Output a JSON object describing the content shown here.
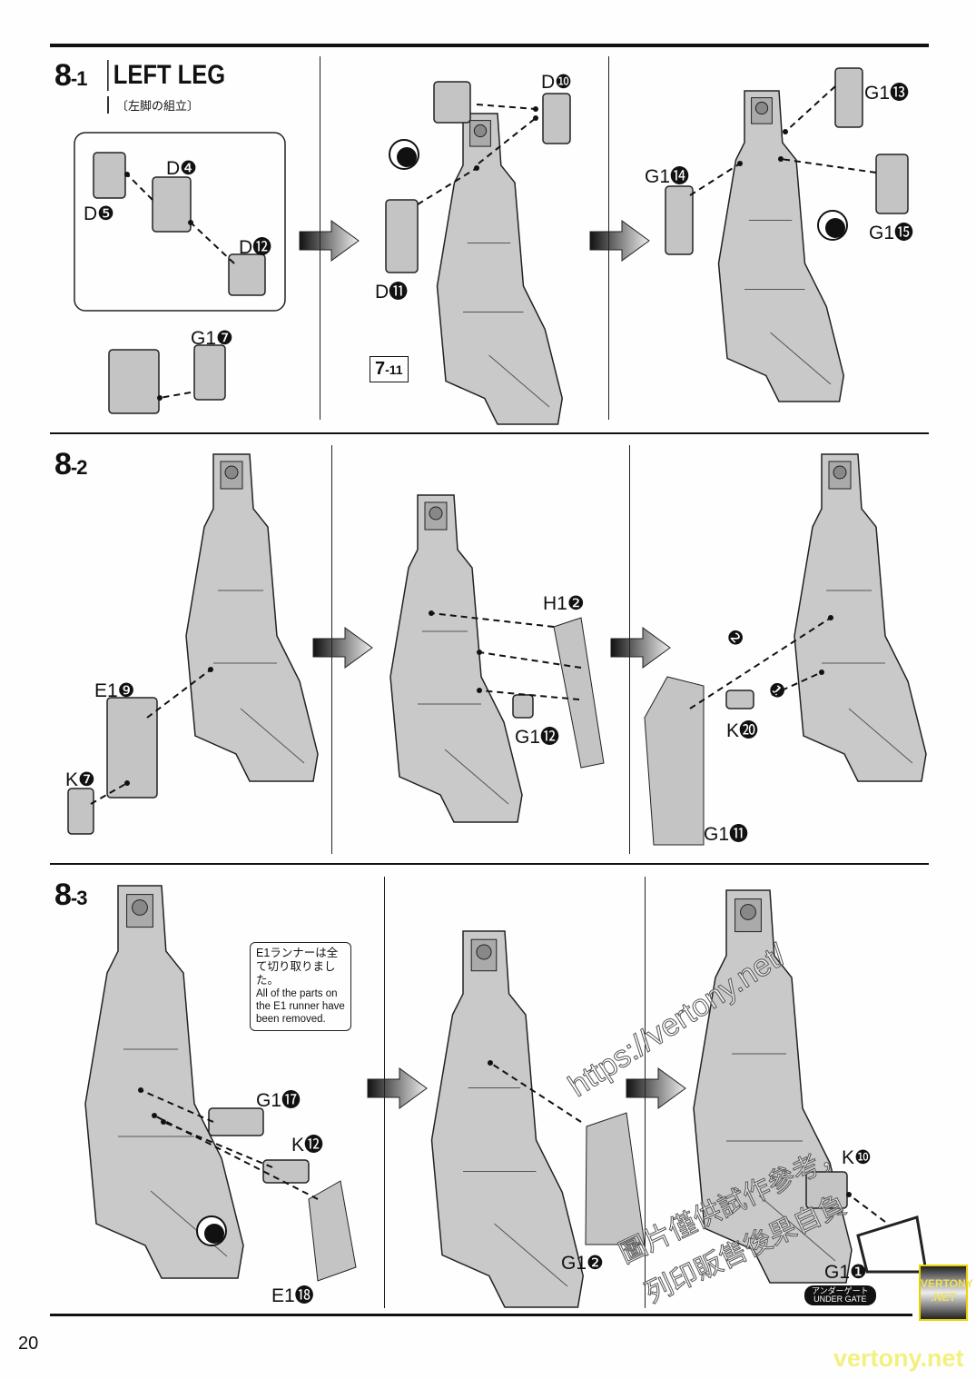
{
  "page_number": "20",
  "steps": [
    {
      "id": "8",
      "sub": "-1",
      "title": "LEFT LEG",
      "subtitle": "〔左脚の組立〕"
    },
    {
      "id": "8",
      "sub": "-2"
    },
    {
      "id": "8",
      "sub": "-3"
    }
  ],
  "parts": {
    "d4": "D❹",
    "d5": "D❺",
    "d12": "D⓬",
    "g1_7": "G1❼",
    "d10": "D❿",
    "d11": "D⓫",
    "g1_13": "G1⓭",
    "g1_14": "G1⓮",
    "g1_15": "G1⓯",
    "e1_9": "E1❾",
    "k7": "K❼",
    "h1_2": "H1❷",
    "g1_12": "G1⓬",
    "k20": "K⓴",
    "g1_11": "G1⓫",
    "order2": "❷",
    "order1": "❶",
    "g1_17": "G1⓱",
    "k12": "K⓬",
    "e1_18": "E1⓲",
    "g1_2": "G1❷",
    "k10": "K❿",
    "g1_1": "G1❶"
  },
  "ref_box": {
    "main": "7",
    "sub": "-11"
  },
  "runner_note": {
    "jp": "E1ランナーは全て切り取りました。",
    "en": "All of the parts on the E1 runner have been removed."
  },
  "under_gate": {
    "jp": "アンダーゲート",
    "en": "UNDER GATE"
  },
  "watermark": {
    "url": "https://vertony.net/",
    "line1": "圖片僅供試作參考，",
    "line2": "列印販售後果自負",
    "logo_top": "VERTONY",
    "logo_bottom": ".NET",
    "footer": "vertony.net"
  }
}
